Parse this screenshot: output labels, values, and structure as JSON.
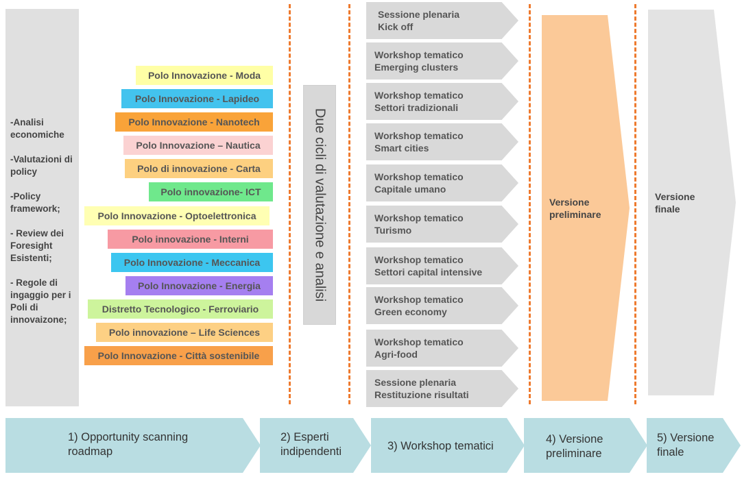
{
  "col1": {
    "items": [
      "-Analisi economiche",
      "-Valutazioni di policy",
      "-Policy framework;",
      "- Review dei Foresight Esistenti;",
      "- Regole di ingaggio per i Poli di innovaizone;"
    ]
  },
  "poli": [
    {
      "label": "Polo Innovazione - Moda",
      "color": "#ffffa6"
    },
    {
      "label": "Polo Innovazione - Lapideo",
      "color": "#43c3ee"
    },
    {
      "label": "Polo Innovazione - Nanotech",
      "color": "#f9a339"
    },
    {
      "label": "Polo Innovazione – Nautica",
      "color": "#fbd2d2"
    },
    {
      "label": "Polo di innovazione - Carta",
      "color": "#fdd080"
    },
    {
      "label": "Polo innovazione- ICT",
      "color": "#6fe88c"
    },
    {
      "label": "Polo Innovazione - Optoelettronica",
      "color": "#ffffb3"
    },
    {
      "label": "Polo innovazione - Interni",
      "color": "#f79aa3"
    },
    {
      "label": "Polo Innovazione - Meccanica",
      "color": "#3cc6f0"
    },
    {
      "label": "Polo Innovazione - Energia",
      "color": "#a57ff0"
    },
    {
      "label": "Distretto Tecnologico - Ferroviario",
      "color": "#cdf49c"
    },
    {
      "label": "Polo innovazione – Life Sciences",
      "color": "#fdd084"
    },
    {
      "label": "Polo Innovazione - Città sostenibile",
      "color": "#f8a04a"
    }
  ],
  "due_cicli": "Due cicli di valutazione e analisi",
  "workshops": [
    [
      "Sessione plenaria",
      "Kick off"
    ],
    [
      "Workshop tematico",
      "Emerging clusters"
    ],
    [
      "Workshop tematico",
      "Settori tradizionali"
    ],
    [
      "Workshop tematico",
      "Smart cities"
    ],
    [
      "Workshop tematico",
      "Capitale umano"
    ],
    [
      "Workshop tematico",
      "Turismo"
    ],
    [
      "Workshop tematico",
      "Settori capital intensive"
    ],
    [
      "Workshop tematico",
      "Green economy"
    ],
    [
      "Workshop tematico",
      "Agri-food"
    ],
    [
      "Sessione plenaria",
      "Restituzione risultati"
    ]
  ],
  "versione_preliminare": [
    "Versione",
    "preliminare"
  ],
  "versione_finale": [
    "Versione",
    "finale"
  ],
  "steps": [
    [
      "1) Opportunity scanning",
      "roadmap"
    ],
    [
      "2) Esperti",
      "indipendenti"
    ],
    [
      "3) Workshop tematici"
    ],
    [
      "4) Versione",
      "preliminare"
    ],
    [
      "5) Versione",
      "finale"
    ]
  ],
  "colors": {
    "dash": "#ee7a2e",
    "step": "#b9dde2",
    "preliminare": "#fbc998"
  }
}
